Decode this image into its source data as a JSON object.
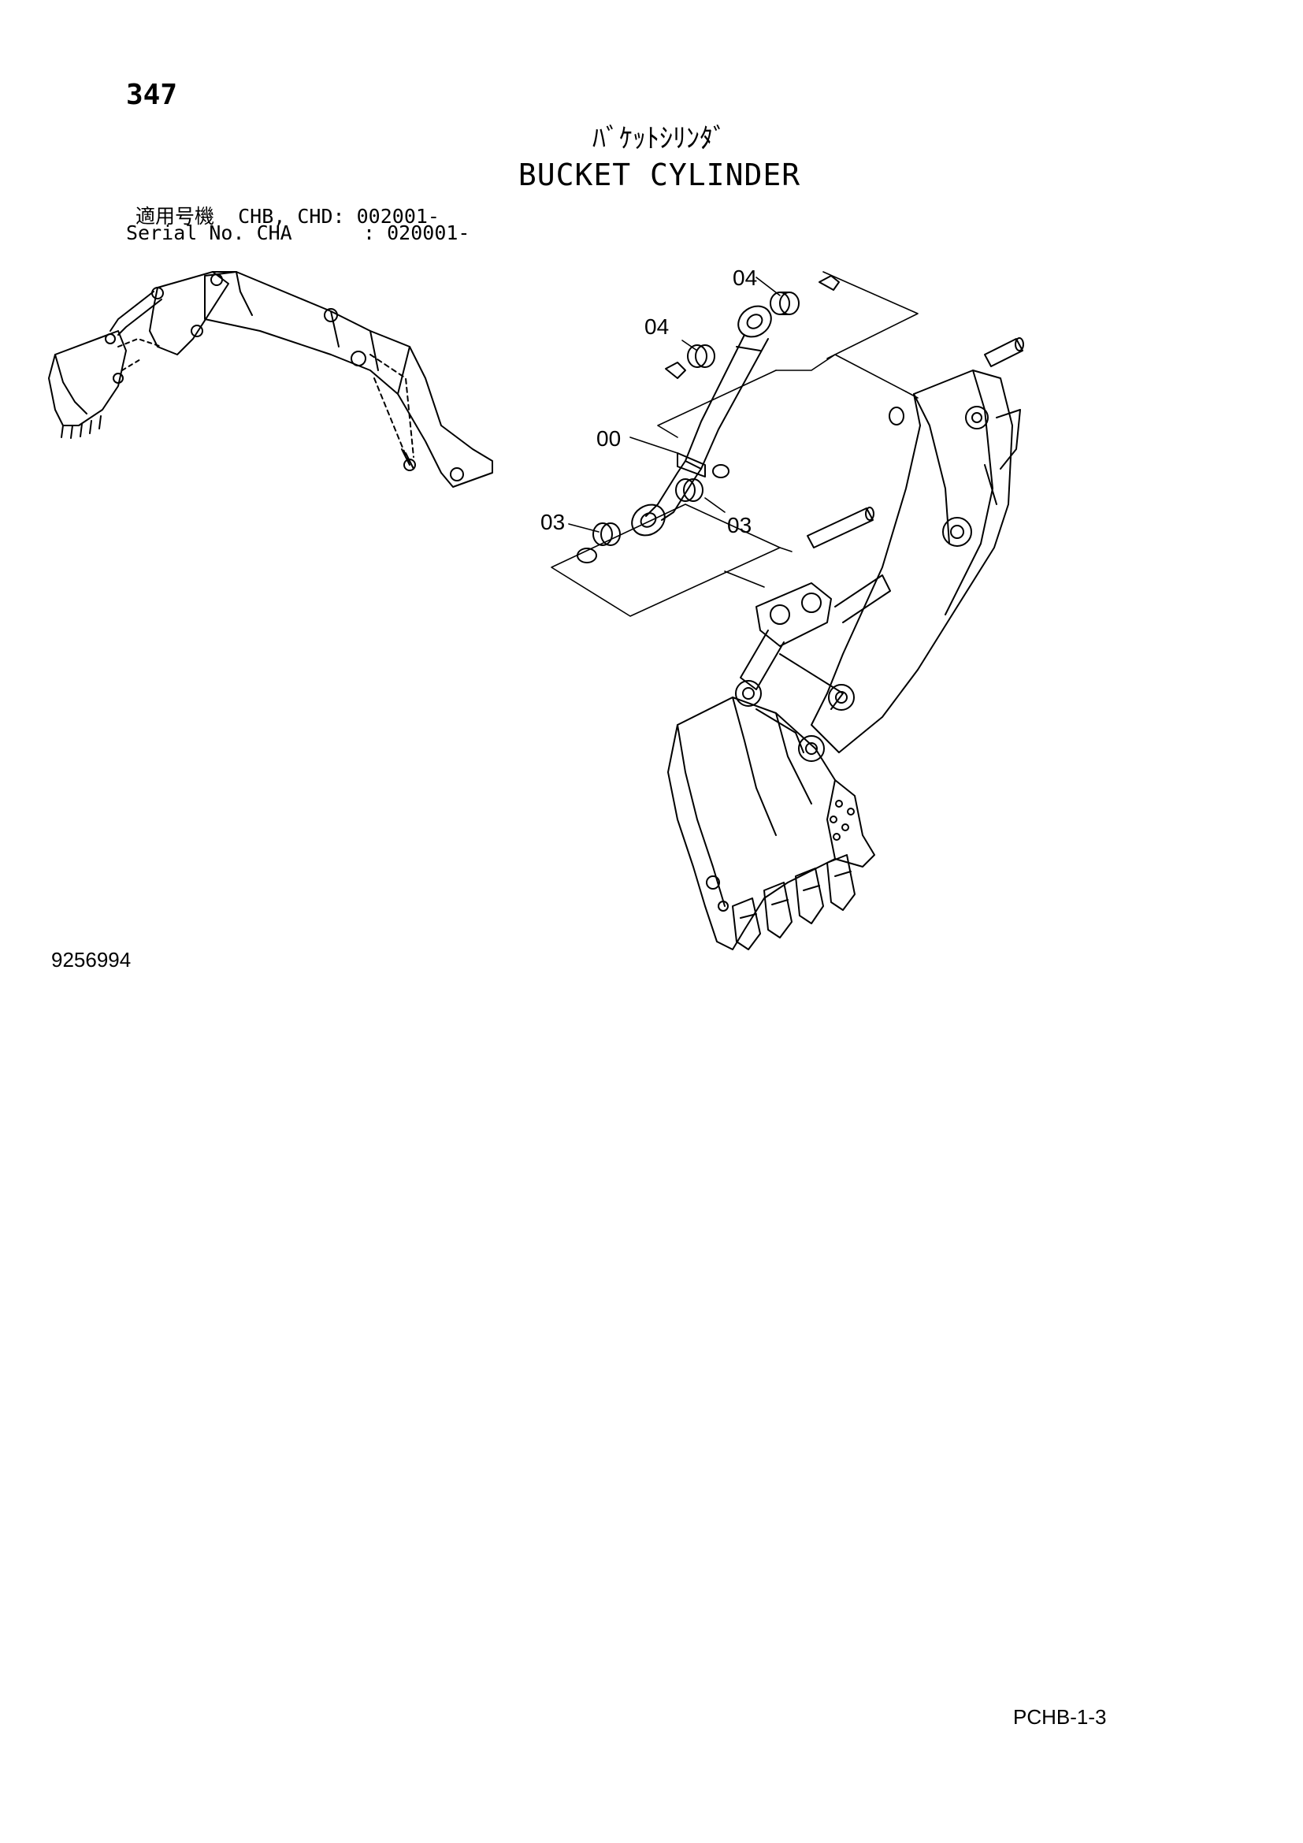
{
  "page": {
    "number": "347",
    "title_jp": "ﾊﾞｹｯﾄｼﾘﾝﾀﾞ",
    "title_en": "BUCKET CYLINDER",
    "serial_line_1": "適用号機  CHB, CHD: 002001-",
    "serial_line_2": "Serial No. CHA      : 020001-",
    "part_number": "9256994",
    "page_code": "PCHB-1-3"
  },
  "callouts": [
    {
      "id": "c1",
      "label": "04"
    },
    {
      "id": "c2",
      "label": "04"
    },
    {
      "id": "c3",
      "label": "00"
    },
    {
      "id": "c4",
      "label": "03"
    },
    {
      "id": "c5",
      "label": "03"
    }
  ]
}
